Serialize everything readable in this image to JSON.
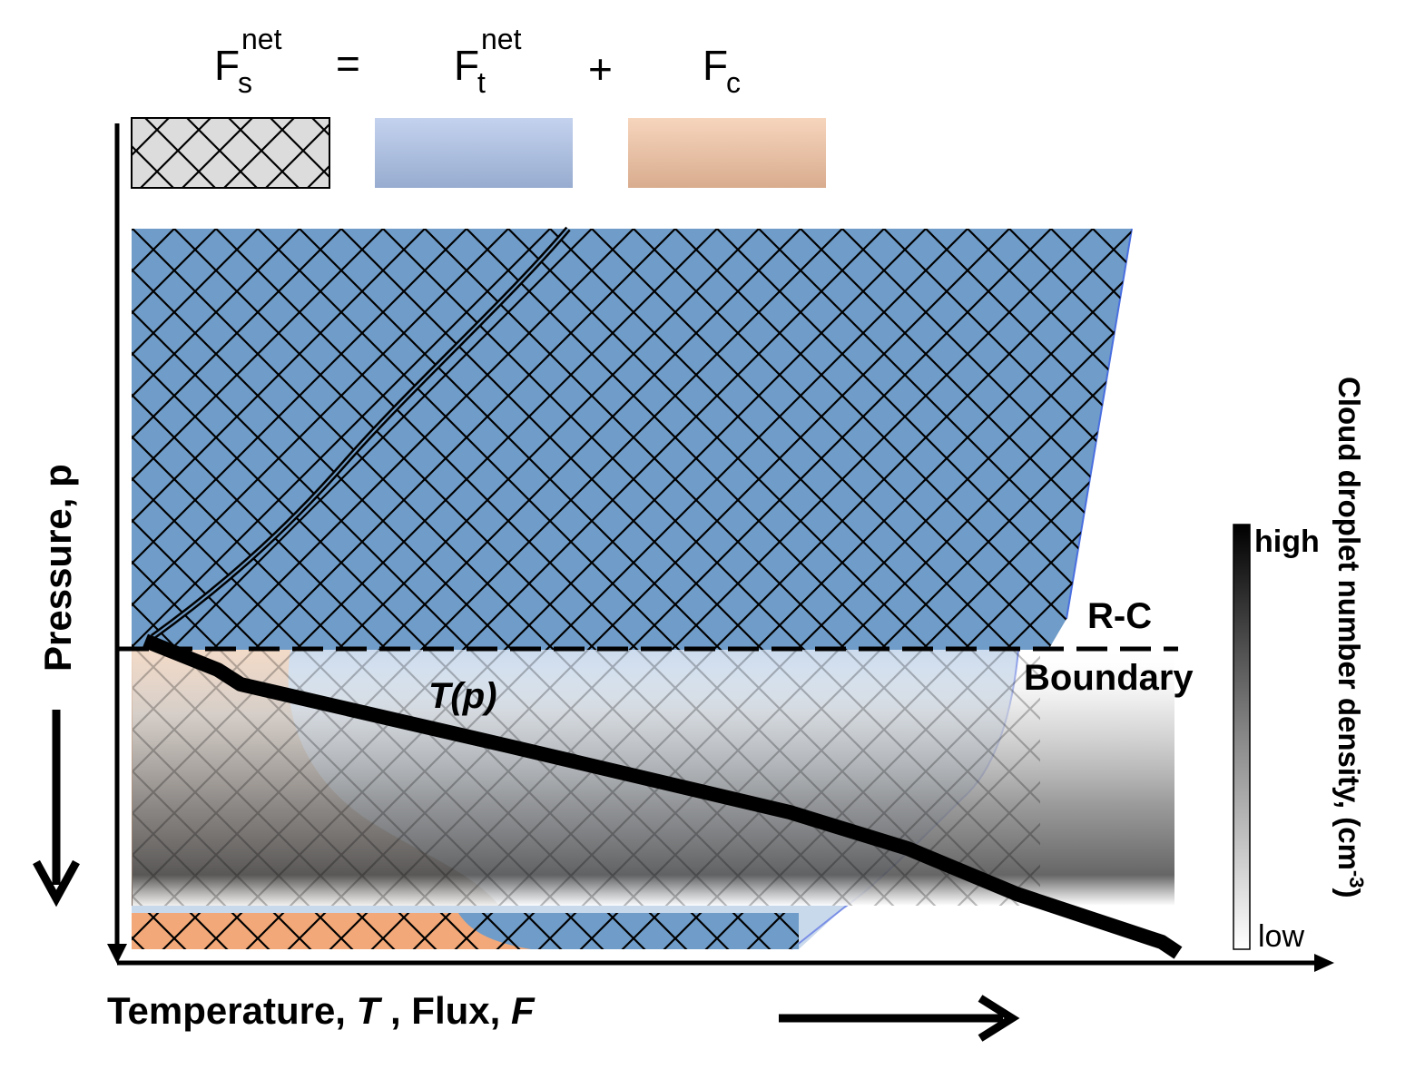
{
  "equation": {
    "lhs_base": "F",
    "lhs_sub": "s",
    "lhs_sup": "net",
    "equals": "=",
    "term1_base": "F",
    "term1_sub": "t",
    "term1_sup": "net",
    "plus": "+",
    "term2_base": "F",
    "term2_sub": "c"
  },
  "labels": {
    "y_axis": "Pressure, p",
    "x_axis_prefix": "Temperature, ",
    "x_axis_T": "T",
    "x_axis_mid": " , Flux, ",
    "x_axis_F": "F",
    "tp_curve": "T(p)",
    "rc_line1": "R-C",
    "rc_line2": "Boundary"
  },
  "colorbar": {
    "title": "Cloud droplet number density, (cm",
    "title_sup": "-3",
    "title_end": ")",
    "high": "high",
    "low": "low"
  },
  "colors": {
    "total_flux": "#6f9cc8",
    "convective_flux": "#f2a878",
    "hatch_bg": "#dcdcdc",
    "hatch_line": "#000000"
  }
}
